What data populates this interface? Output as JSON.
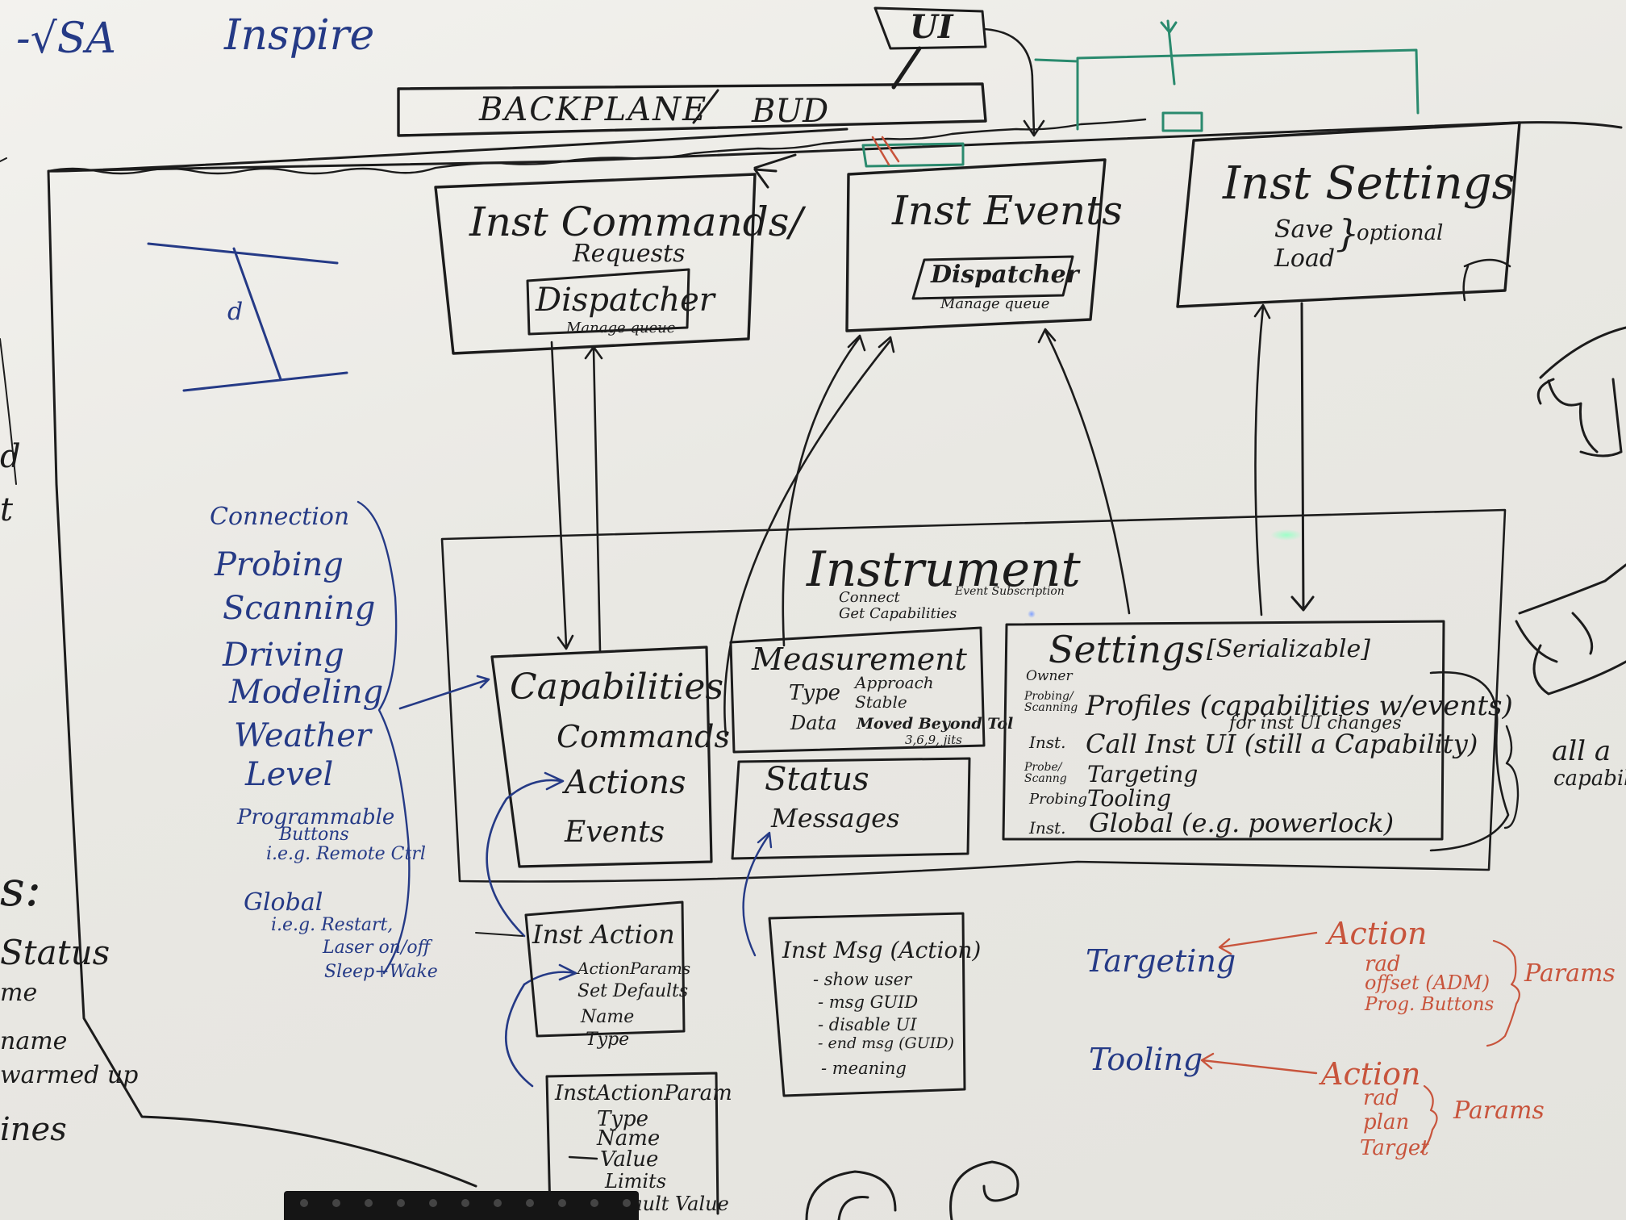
{
  "corner_left": {
    "line1": "-√SA",
    "line2": "Inspire"
  },
  "ui_tag": "UI",
  "backplane": {
    "left": "BACKPLANE",
    "right": "BUD"
  },
  "inst_commands": {
    "title_line1": "Inst Commands/",
    "title_line2": "Requests",
    "dispatcher": "Dispatcher",
    "queue_note": "Manage queue"
  },
  "inst_events": {
    "title": "Inst Events",
    "dispatcher": "Dispatcher",
    "queue_note": "Manage queue"
  },
  "inst_settings": {
    "title": "Inst Settings",
    "save": "Save",
    "load": "Load",
    "note": "optional"
  },
  "instrument": {
    "title": "Instrument",
    "connect": "Connect",
    "get_capabilities": "Get Capabilities",
    "event_subscription": "Event Subscription"
  },
  "capabilities": {
    "title": "Capabilities",
    "items": [
      "Commands",
      "Actions",
      "Events"
    ]
  },
  "measurement": {
    "title": "Measurement",
    "type_label": "Type",
    "data_label": "Data",
    "approach": "Approach",
    "stable": "Stable",
    "moved_beyond": "Moved Beyond Tol",
    "sub_note": "3,6,9, jits"
  },
  "status": {
    "title": "Status",
    "messages": "Messages"
  },
  "settings": {
    "title": "Settings",
    "tag": "[Serializable]",
    "owner_label": "Owner",
    "rows": [
      {
        "owner": "Probing/ Scanning",
        "text": "Profiles (capabilities w/events)",
        "sub": "for inst UI changes"
      },
      {
        "owner": "Inst.",
        "text": "Call Inst UI (still a Capability)",
        "sub": ""
      },
      {
        "owner": "Probe/ Scanng",
        "text": "Targeting",
        "sub": ""
      },
      {
        "owner": "Probing",
        "text": "Tooling",
        "sub": ""
      },
      {
        "owner": "Inst.",
        "text": "Global (e.g. powerlock)",
        "sub": ""
      }
    ]
  },
  "right_note": {
    "line1": "all a",
    "line2": "capabili"
  },
  "capability_list": {
    "items": [
      "Connection",
      "Probing",
      "Scanning",
      "Driving",
      "Modeling",
      "Weather",
      "Level"
    ],
    "programmable": "Programmable",
    "buttons": "Buttons",
    "remote": "i.e.g. Remote Ctrl",
    "global": "Global",
    "global_examples": [
      "i.e.g. Restart,",
      "Laser on/off",
      "Sleep+Wake"
    ]
  },
  "inst_action": {
    "title": "Inst Action",
    "fields": [
      "ActionParams",
      "Set Defaults",
      "Name",
      "Type"
    ]
  },
  "inst_action_param": {
    "title": "InstActionParam",
    "fields": [
      "Type",
      "Name",
      "Value",
      "Limits",
      "Default Value"
    ]
  },
  "inst_msg": {
    "title": "Inst Msg (Action)",
    "fields": [
      "- show user",
      "- msg GUID",
      "- disable UI",
      "- end msg (GUID)",
      "- meaning"
    ]
  },
  "targeting_note": {
    "label": "Targeting",
    "action": "Action",
    "params": [
      "rad",
      "offset (ADM)",
      "Prog. Buttons"
    ],
    "brace_label": "Params"
  },
  "tooling_note": {
    "label": "Tooling",
    "action": "Action",
    "params": [
      "rad",
      "plan",
      "Target"
    ],
    "brace_label": "Params"
  },
  "left_edge": [
    "d",
    "t",
    "s:",
    "Status",
    "me",
    "name",
    "warmed up",
    "ines"
  ],
  "colors": {
    "board": "#ecebe6",
    "black_marker": "#1c1c1c",
    "blue_marker": "#253a86",
    "red_marker": "#c8543c",
    "green_marker": "#2a8a6e"
  }
}
